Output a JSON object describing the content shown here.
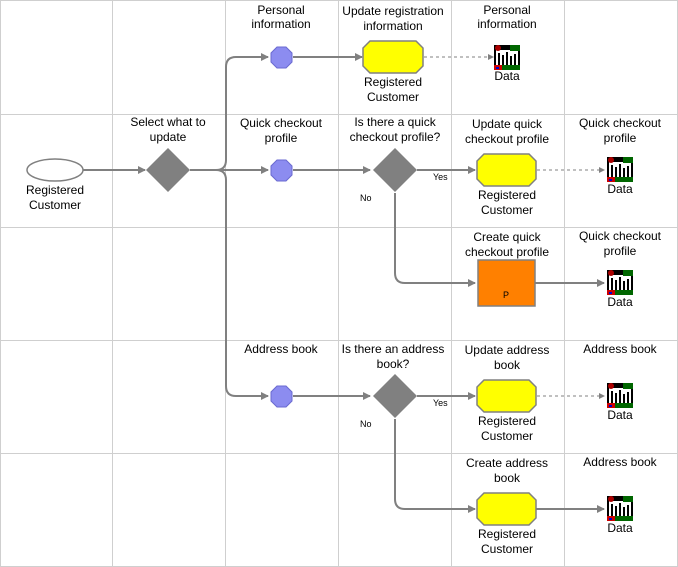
{
  "colors": {
    "grid": "#cfcfcf",
    "connector": "#808080",
    "gateway": "#808080",
    "event_fill": "#8c8cf0",
    "task_fill": "#ffff00",
    "task_alt_fill": "#ff8000",
    "task_stroke": "#808080"
  },
  "start": {
    "label_line1": "Registered",
    "label_line2": "Customer"
  },
  "gateway_main": {
    "line1": "Select what to",
    "line2": "update"
  },
  "events": [
    {
      "line1": "Personal",
      "line2": "information"
    },
    {
      "line1": "Quick checkout",
      "line2": "profile"
    },
    {
      "line1": "Address book",
      "line2": ""
    }
  ],
  "gateways": [
    {
      "line1": "Is there a quick",
      "line2": "checkout profile?",
      "yes": "Yes",
      "no": "No"
    },
    {
      "line1": "Is there an address",
      "line2": "book?",
      "yes": "Yes",
      "no": "No"
    }
  ],
  "tasks": [
    {
      "title1": "Update registration",
      "title2": "information",
      "sub1": "Registered",
      "sub2": "Customer"
    },
    {
      "title1": "Update quick",
      "title2": "checkout profile",
      "sub1": "Registered",
      "sub2": "Customer"
    },
    {
      "title1": "Create quick",
      "title2": "checkout profile",
      "sub1": "",
      "sub2": "",
      "marker": "P"
    },
    {
      "title1": "Update address",
      "title2": "book",
      "sub1": "Registered",
      "sub2": "Customer"
    },
    {
      "title1": "Create address",
      "title2": "book",
      "sub1": "Registered",
      "sub2": "Customer"
    }
  ],
  "data_objects": [
    {
      "title1": "Personal",
      "title2": "information",
      "label": "Data",
      "icon": "data-store-icon"
    },
    {
      "title1": "Quick checkout",
      "title2": "profile",
      "label": "Data",
      "icon": "data-store-icon"
    },
    {
      "title1": "Quick checkout",
      "title2": "profile",
      "label": "Data",
      "icon": "data-store-icon"
    },
    {
      "title1": "Address book",
      "title2": "",
      "label": "Data",
      "icon": "data-store-icon"
    },
    {
      "title1": "Address book",
      "title2": "",
      "label": "Data",
      "icon": "data-store-icon"
    }
  ]
}
